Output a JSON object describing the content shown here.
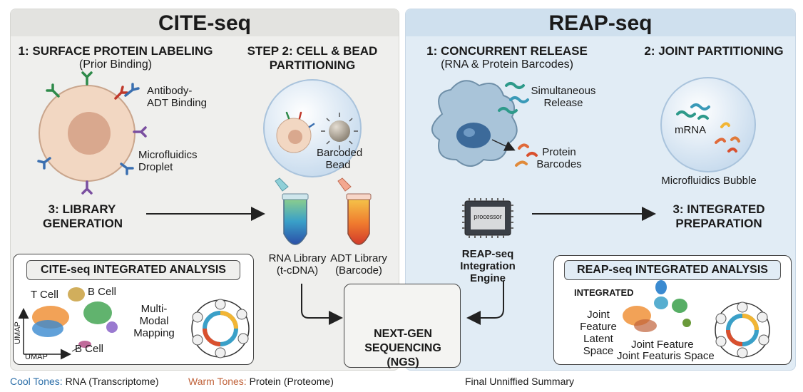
{
  "cite": {
    "title": "CITE-seq",
    "step1_title": "1: SURFACE PROTEIN LABELING",
    "step1_sub": "(Prior Binding)",
    "label_antibody": "Antibody-ADT Binding",
    "label_microfluidics": "Microfluidics Droplet",
    "step2_title": "STEP 2: CELL & BEAD PARTITIONING",
    "label_bead": "Barcoded Bead",
    "step3_title": "3: LIBRARY GENERATION",
    "rna_lib": "RNA Library (t-cDNA)",
    "adt_lib": "ADT Library (Barcode)",
    "analysis_title": "CITE-seq INTEGRATED ANALYSIS",
    "umap_tcell": "T Cell",
    "umap_bcell_top": "B Cell",
    "umap_bcell_bottom": "B Cell",
    "umap_axis_x": "UMAP",
    "umap_axis_y": "UMAP",
    "multimodal": "Multi-Modal Mapping"
  },
  "reap": {
    "title": "REAP-seq",
    "step1_title": "1: CONCURRENT RELEASE",
    "step1_sub": "(RNA & Protein Barcodes)",
    "label_simultaneous": "Simultaneous Release",
    "label_protein_barcodes": "Protein Barcodes",
    "step2_title": "2: JOINT PARTITIONING",
    "label_mrna": "mRNA",
    "label_bubble": "Microfluidics Bubble",
    "processor": "processor",
    "engine_label": "REAP-seq Integration Engine",
    "step3_title": "3: INTEGRATED PREPARATION",
    "analysis_title": "REAP-seq INTEGRATED ANALYSIS",
    "integrated": "INTEGRATED",
    "latent_space": "Joint Feature Latent Space",
    "joint_feature": "Joint Feature",
    "joint_featuris": "Joint Featuris Space"
  },
  "ngs": {
    "label": "NEXT-GEN SEQUENCING (NGS)"
  },
  "legend": {
    "cool_key": "Cool Tones:",
    "cool_value": " RNA (Transcriptome)",
    "warm_key": "Warm Tones:",
    "warm_value": " Protein (Proteome)",
    "summary": "Final Unniffied Summary"
  },
  "colors": {
    "cool": "#2b6ea8",
    "warm": "#c0623a",
    "cell_body": "#f2d7c2",
    "nucleus": "#d9a88e"
  }
}
